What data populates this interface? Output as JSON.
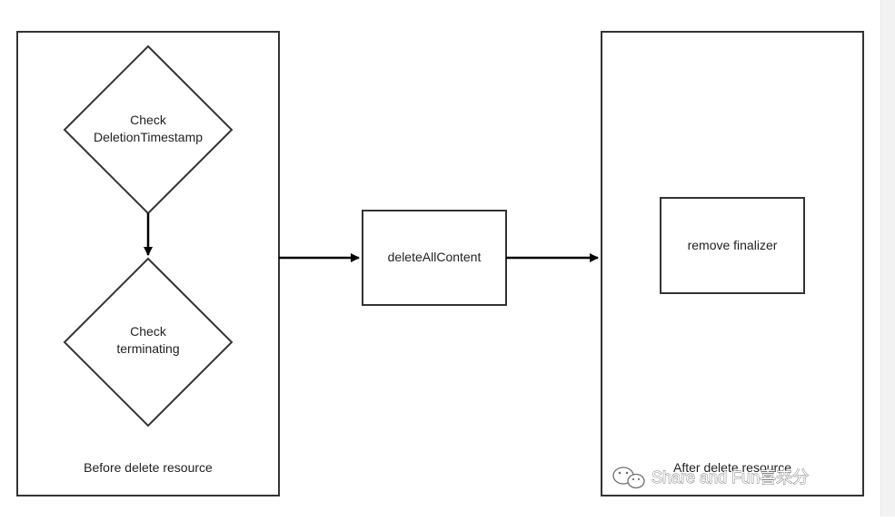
{
  "diagram": {
    "left_container": {
      "caption": "Before delete resource"
    },
    "right_container": {
      "caption": "After delete resource"
    },
    "decision_top": {
      "line1": "Check",
      "line2": "DeletionTimestamp"
    },
    "decision_bottom": {
      "line1": "Check",
      "line2": "terminating"
    },
    "process_center": {
      "label": "deleteAllContent"
    },
    "process_right": {
      "label": "remove finalizer"
    }
  },
  "watermark": {
    "text": "Share and Fun喜来分",
    "icon": "wechat-icon"
  },
  "colors": {
    "stroke": "#333333",
    "arrow": "#000000",
    "text": "#222222"
  }
}
